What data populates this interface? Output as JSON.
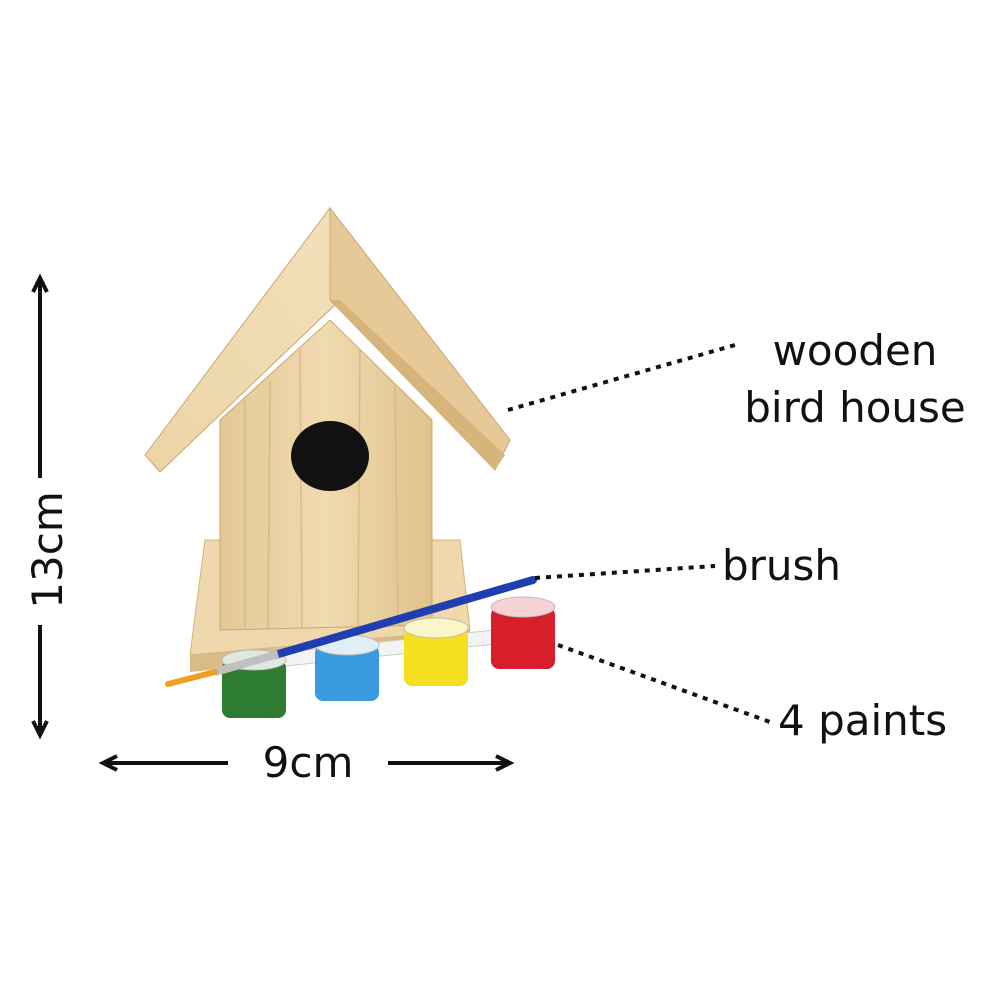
{
  "labels": {
    "birdhouse_line1": "wooden",
    "birdhouse_line2": "bird house",
    "brush": "brush",
    "paints": "4 paints"
  },
  "dimensions": {
    "height": "13cm",
    "width": "9cm"
  },
  "colors": {
    "wood": "#e8cfa0",
    "paint_green": "#2e7d32",
    "paint_blue": "#3a9be0",
    "paint_yellow": "#f5e020",
    "paint_red": "#d81e2a",
    "brush_handle": "#1f3fb0"
  }
}
